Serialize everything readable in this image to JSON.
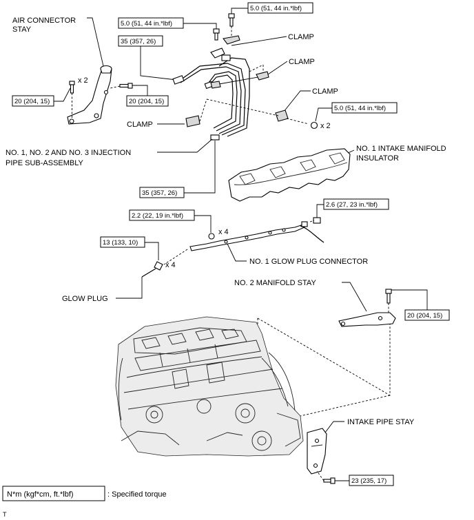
{
  "labels": {
    "air_connector_stay_1": "AIR CONNECTOR",
    "air_connector_stay_2": "STAY",
    "clamp_top": "CLAMP",
    "clamp_mid": "CLAMP",
    "clamp_right": "CLAMP",
    "clamp_left": "CLAMP",
    "injection_pipe_1": "NO. 1, NO. 2 AND NO. 3 INJECTION",
    "injection_pipe_2": "PIPE SUB-ASSEMBLY",
    "intake_insulator_1": "NO. 1 INTAKE MANIFOLD",
    "intake_insulator_2": "INSULATOR",
    "glow_plug_connector": "NO. 1 GLOW PLUG CONNECTOR",
    "glow_plug": "GLOW PLUG",
    "no2_manifold_stay": "NO. 2 MANIFOLD STAY",
    "intake_pipe_stay": "INTAKE PIPE STAY"
  },
  "torques": {
    "t_top": "5.0 (51, 44 in.*lbf)",
    "t_pipe_upper": "35 (357, 26)",
    "t_stay_left": "20 (204, 15)",
    "t_stay_bolt": "20 (204, 15)",
    "t_clamp_nut": "5.0 (51, 44 in.*lbf)",
    "t_pipe_lower": "35 (357, 26)",
    "t_glow_conn": "2.2 (22, 19 in.*lbf)",
    "t_glow_nut": "2.6 (27, 23 in.*lbf)",
    "t_glow_plug": "13 (133, 10)",
    "t_manifold_stay": "20 (204, 15)",
    "t_intake_stay": "23 (235, 17)"
  },
  "quantities": {
    "q_stay": "x 2",
    "q_clamp_nut": "x 2",
    "q_glow_conn": "x 4",
    "q_glow_plug": "x 4"
  },
  "legend": {
    "box_text": "N*m (kgf*cm, ft.*lbf)",
    "desc": ": Specified torque"
  },
  "footer_mark": "T"
}
